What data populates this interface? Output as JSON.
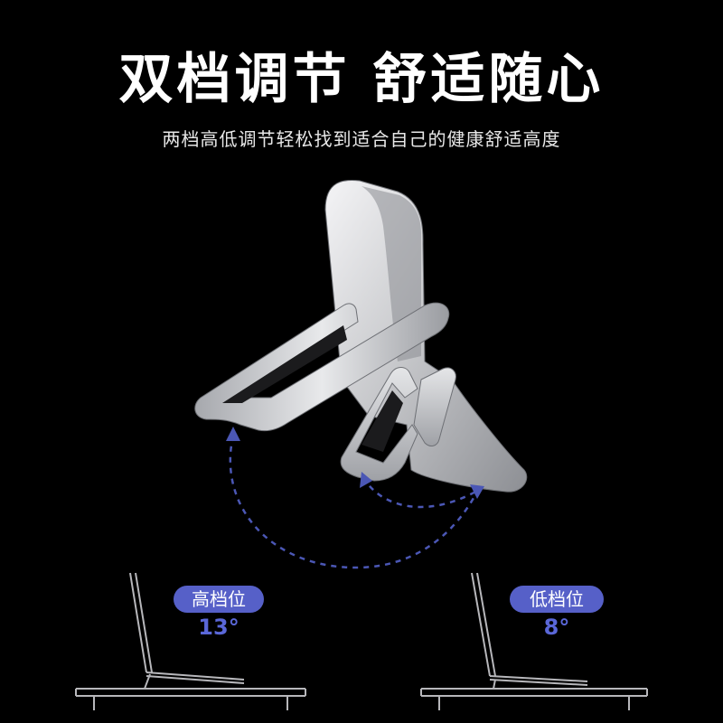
{
  "headline": "双档调节 舒适随心",
  "subheadline": "两档高低调节轻松找到适合自己的健康舒适高度",
  "positions": [
    {
      "label": "高档位",
      "angle": "13°"
    },
    {
      "label": "低档位",
      "angle": "8°"
    }
  ],
  "colors": {
    "background": "#000000",
    "accent": "#5660c8",
    "angle_text": "#5a67d8"
  }
}
